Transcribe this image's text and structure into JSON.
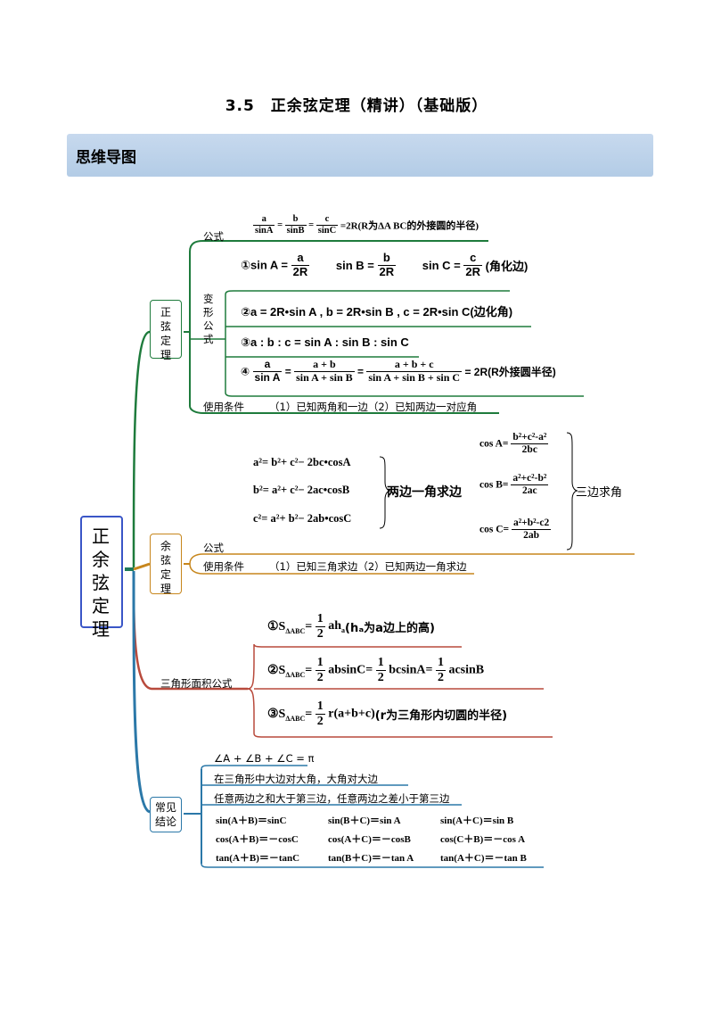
{
  "title": "3.5　正余弦定理（精讲）（基础版）",
  "banner": "思维导图",
  "root": "正余弦定理",
  "sine": {
    "node": "正弦定理",
    "formula_label": "公式",
    "formula_tail": "=2R(R为ΔA BC的外接圆的半径)",
    "variant_label": "变形公式",
    "v1_tail": "(角化边)",
    "v2": "②a = 2R•sin A , b = 2R•sin B , c = 2R•sin C(边化角)",
    "v3": "③a : b : c = sin A : sin B : sin C",
    "v4_tail": "= 2R(R外接圆半径)",
    "cond_label": "使用条件",
    "cond_text": "（1）已知两角和一边（2）已知两边一对应角"
  },
  "cosine": {
    "node": "余弦定理",
    "eq1": "a²= b²+ c²− 2bc•cosA",
    "eq2": "b²= a²+ c²− 2ac•cosB",
    "eq3": "c²= a²+ b²− 2ab•cosC",
    "left_note": "两边一角求边",
    "right_note": "三边求角",
    "formula_label": "公式",
    "cond_label": "使用条件",
    "cond_text": "（1）已知三角求边（2）已知两边一角求边"
  },
  "area": {
    "label": "三角形面积公式",
    "f1_tail": "(hₐ为a边上的高)",
    "f3_tail": "(r为三角形内切圆的半径)"
  },
  "common": {
    "node": "常见结论",
    "c1": "∠A + ∠B + ∠C = π",
    "c2": "在三角形中大边对大角，大角对大边",
    "c3": "任意两边之和大于第三边，任意两边之差小于第三边",
    "identities": [
      "sin(A＋B)＝sinC",
      "sin(B＋C)＝sin A",
      "sin(A＋C)＝sin B",
      "cos(A＋B)＝－cosC",
      "cos(A＋C)＝－cosB",
      "cos(C＋B)＝－cos A",
      "tan(A＋B)＝－tanC",
      "tan(B＋C)＝－tan A",
      "tan(A＋C)＝－tan B"
    ]
  }
}
